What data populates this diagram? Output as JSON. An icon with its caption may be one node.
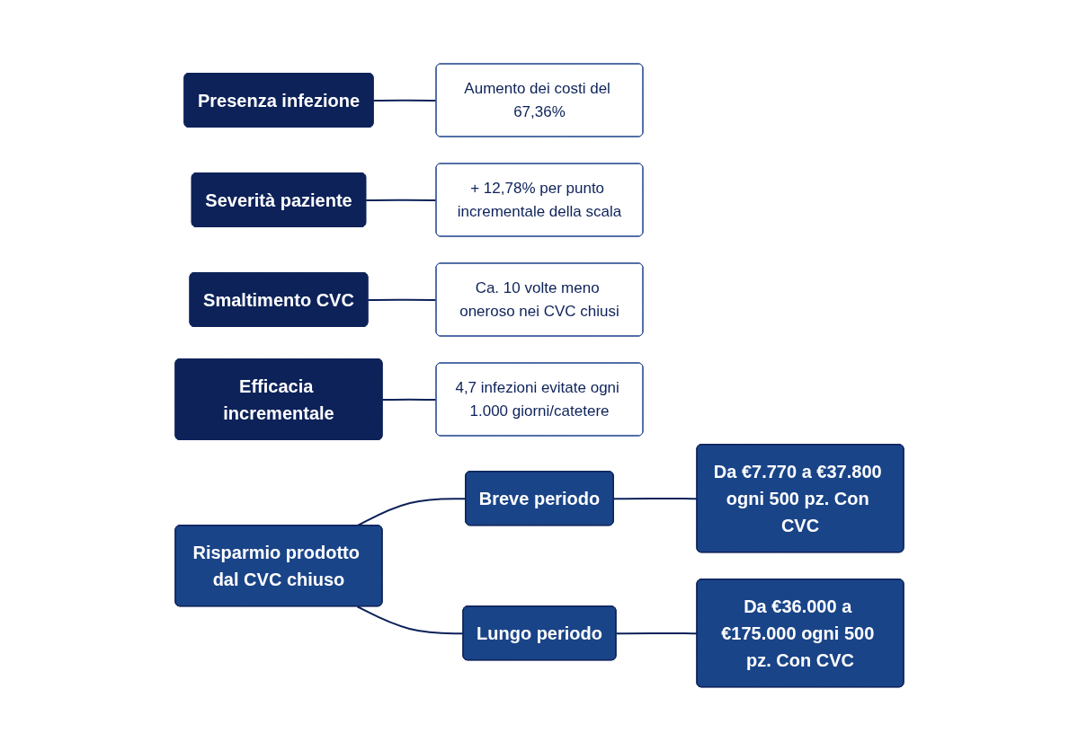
{
  "diagram": {
    "nodes": [
      {
        "text": [
          "Presenza infezione"
        ]
      },
      {
        "text": [
          "Aumento dei costi del 67,36%"
        ]
      },
      {
        "text": [
          "Severità paziente"
        ]
      },
      {
        "text": [
          "+ 12,78% per punto incrementale della scala"
        ]
      },
      {
        "text": [
          "Smaltimento CVC"
        ]
      },
      {
        "text": [
          "Ca. 10 volte meno oneroso nei CVC chiusi"
        ]
      },
      {
        "text": [
          "Efficacia incrementale"
        ]
      },
      {
        "text": [
          "4,7 infezioni evitate ogni 1.000 giorni/catetere"
        ]
      },
      {
        "text": [
          "Risparmio prodotto dal CVC chiuso"
        ]
      },
      {
        "text": [
          "Breve periodo"
        ]
      },
      {
        "text": [
          "Da €7.770 a €37.800 ogni 500 pz. Con CVC"
        ]
      },
      {
        "text": [
          "Lungo periodo"
        ]
      },
      {
        "text": [
          "Da €36.000 a €175.000 ogni 500 pz. Con CVC"
        ]
      }
    ],
    "edges": [
      {
        "from": 0,
        "to": 1,
        "arrow": "none"
      },
      {
        "from": 2,
        "to": 3,
        "arrow": "none"
      },
      {
        "from": 4,
        "to": 5,
        "arrow": "none"
      },
      {
        "from": 6,
        "to": 7,
        "arrow": "none"
      },
      {
        "from": 8,
        "to": 9,
        "arrow": "none"
      },
      {
        "from": 8,
        "to": 11,
        "arrow": "none"
      },
      {
        "from": 9,
        "to": 10,
        "arrow": "none"
      },
      {
        "from": 11,
        "to": 12,
        "arrow": "none"
      }
    ]
  }
}
